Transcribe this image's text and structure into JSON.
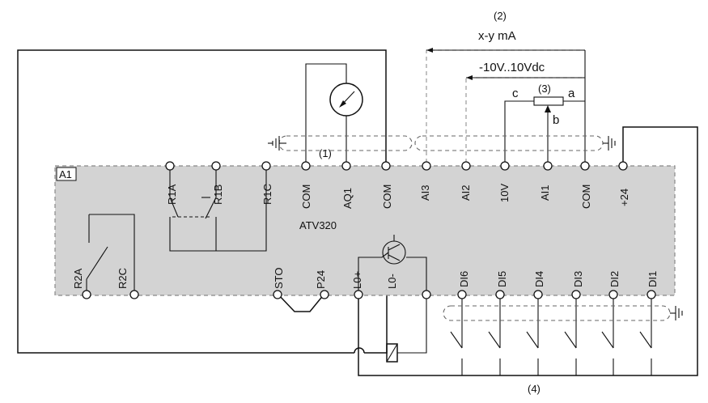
{
  "board": {
    "id_label": "A1",
    "model_label": "ATV320",
    "fill_color": "#d3d3d3",
    "top_terminals": [
      "R1A",
      "R1B",
      "R1C",
      "COM",
      "AQ1",
      "COM",
      "AI3",
      "AI2",
      "10V",
      "AI1",
      "COM",
      "+24"
    ],
    "bottom_terminals": [
      "R2A",
      "R2C",
      "STO",
      "P24",
      "L0+",
      "L0-",
      "DI6",
      "DI5",
      "DI4",
      "DI3",
      "DI2",
      "DI1"
    ]
  },
  "notes": {
    "note1": "(1)",
    "note2": "(2)",
    "note3": "(3)",
    "note4": "(4)"
  },
  "signals": {
    "current_label": "x-y mA",
    "voltage_label": "-10V..10Vdc"
  },
  "potentiometer": {
    "pin_a": "a",
    "pin_b": "b",
    "pin_c": "c"
  },
  "icons": [
    "ground-icon",
    "analog-meter-icon",
    "transistor-output-icon",
    "relay-coil-icon",
    "switch-icon"
  ]
}
